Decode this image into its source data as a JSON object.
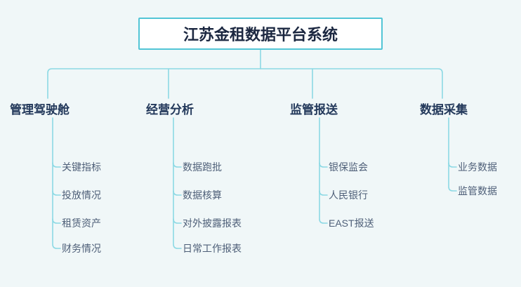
{
  "diagram": {
    "title": "江苏金租数据平台系统",
    "branches": [
      {
        "label": "管理驾驶舱",
        "children": [
          "关键指标",
          "投放情况",
          "租赁资产",
          "财务情况"
        ]
      },
      {
        "label": "经营分析",
        "children": [
          "数据跑批",
          "数据核算",
          "对外披露报表",
          "日常工作报表"
        ]
      },
      {
        "label": "监管报送",
        "children": [
          "银保监会",
          "人民银行",
          "EAST报送"
        ]
      },
      {
        "label": "数据采集",
        "children": [
          "业务数据",
          "监管数据"
        ]
      }
    ],
    "colors": {
      "background": "#f0f7f8",
      "connector_line": "#8cd9e4",
      "title_border": "#52c5d6",
      "title_text": "#1b2740",
      "branch_text": "#23395b",
      "child_text": "#4e5f78"
    }
  }
}
